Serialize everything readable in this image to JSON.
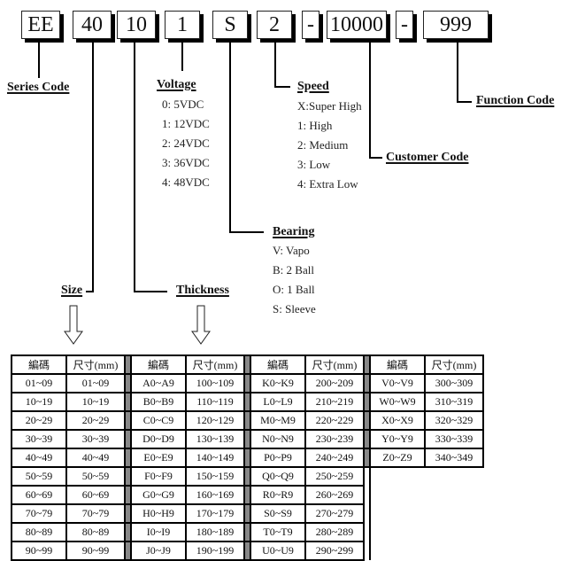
{
  "code_segments": [
    {
      "id": "series",
      "value": "EE"
    },
    {
      "id": "size",
      "value": "40"
    },
    {
      "id": "thickness",
      "value": "10"
    },
    {
      "id": "voltage",
      "value": "1"
    },
    {
      "id": "bearing",
      "value": "S"
    },
    {
      "id": "speed",
      "value": "2"
    },
    {
      "id": "dash1",
      "value": "-"
    },
    {
      "id": "customer",
      "value": "10000"
    },
    {
      "id": "dash2",
      "value": "-"
    },
    {
      "id": "function",
      "value": "999"
    }
  ],
  "labels": {
    "series": "Series Code",
    "voltage": "Voltage",
    "speed": "Speed",
    "function": "Function Code",
    "customer": "Customer Code",
    "bearing": "Bearing",
    "size": "Size",
    "thickness": "Thickness"
  },
  "voltage_options": [
    "0: 5VDC",
    "1: 12VDC",
    "2: 24VDC",
    "3: 36VDC",
    "4: 48VDC"
  ],
  "speed_options": [
    "X:Super High",
    "1: High",
    "2: Medium",
    "3: Low",
    "4: Extra Low"
  ],
  "bearing_options": [
    "V: Vapo",
    "B: 2 Ball",
    "O: 1 Ball",
    "S: Sleeve"
  ],
  "table": {
    "headers": [
      "編碼",
      "尺寸(mm)"
    ],
    "groups": [
      [
        [
          "01~09",
          "01~09"
        ],
        [
          "10~19",
          "10~19"
        ],
        [
          "20~29",
          "20~29"
        ],
        [
          "30~39",
          "30~39"
        ],
        [
          "40~49",
          "40~49"
        ],
        [
          "50~59",
          "50~59"
        ],
        [
          "60~69",
          "60~69"
        ],
        [
          "70~79",
          "70~79"
        ],
        [
          "80~89",
          "80~89"
        ],
        [
          "90~99",
          "90~99"
        ]
      ],
      [
        [
          "A0~A9",
          "100~109"
        ],
        [
          "B0~B9",
          "110~119"
        ],
        [
          "C0~C9",
          "120~129"
        ],
        [
          "D0~D9",
          "130~139"
        ],
        [
          "E0~E9",
          "140~149"
        ],
        [
          "F0~F9",
          "150~159"
        ],
        [
          "G0~G9",
          "160~169"
        ],
        [
          "H0~H9",
          "170~179"
        ],
        [
          "I0~I9",
          "180~189"
        ],
        [
          "J0~J9",
          "190~199"
        ]
      ],
      [
        [
          "K0~K9",
          "200~209"
        ],
        [
          "L0~L9",
          "210~219"
        ],
        [
          "M0~M9",
          "220~229"
        ],
        [
          "N0~N9",
          "230~239"
        ],
        [
          "P0~P9",
          "240~249"
        ],
        [
          "Q0~Q9",
          "250~259"
        ],
        [
          "R0~R9",
          "260~269"
        ],
        [
          "S0~S9",
          "270~279"
        ],
        [
          "T0~T9",
          "280~289"
        ],
        [
          "U0~U9",
          "290~299"
        ]
      ],
      [
        [
          "V0~V9",
          "300~309"
        ],
        [
          "W0~W9",
          "310~319"
        ],
        [
          "X0~X9",
          "320~329"
        ],
        [
          "Y0~Y9",
          "330~339"
        ],
        [
          "Z0~Z9",
          "340~349"
        ]
      ]
    ]
  }
}
